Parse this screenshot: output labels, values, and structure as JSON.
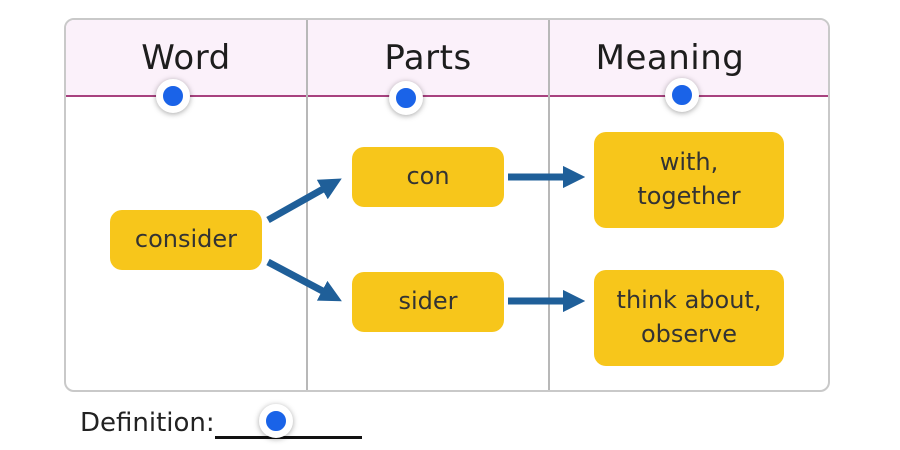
{
  "table": {
    "headers": [
      "Word",
      "Parts",
      "Meaning"
    ]
  },
  "diagram": {
    "word": "consider",
    "parts": [
      "con",
      "sider"
    ],
    "meanings": [
      "with, together",
      "think about, observe"
    ]
  },
  "definition": {
    "label": "Definition:",
    "value": ""
  },
  "colors": {
    "box_fill": "#f7c61b",
    "header_border": "#a8427f",
    "arrow": "#1f5f99",
    "marker": "#1a63e8"
  }
}
